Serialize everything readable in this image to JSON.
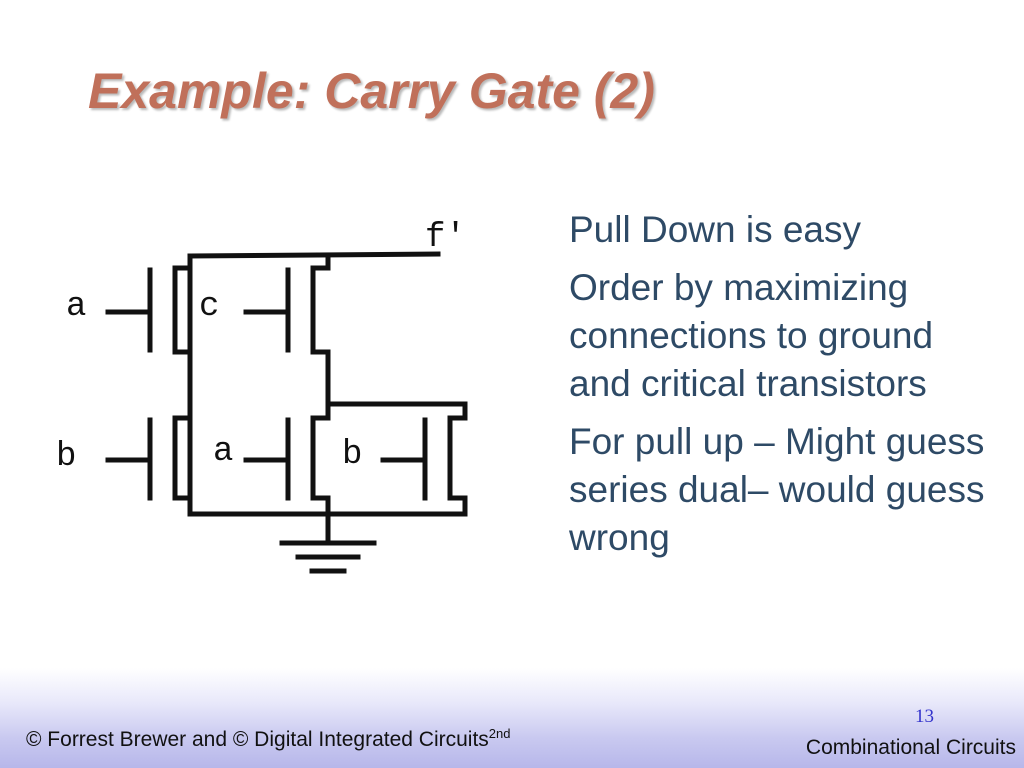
{
  "slide": {
    "title": "Example: Carry Gate (2)",
    "page_number": "13"
  },
  "diagram": {
    "output_label": "f'",
    "gate_labels": {
      "top_left": "a",
      "top_middle": "c",
      "bottom_left": "b",
      "bottom_middle": "a",
      "bottom_right": "b"
    }
  },
  "bullets": [
    {
      "marker": "",
      "text": "Pull Down is easy"
    },
    {
      "marker": "",
      "text": "Order by maximizing connections to ground and critical transistors"
    },
    {
      "marker": "",
      "text": "For pull up – Might guess series dual– would guess wrong"
    }
  ],
  "footer": {
    "left_text": "© Forrest Brewer and © Digital Integrated Circuits",
    "left_superscript": "2nd",
    "right_text": "Combinational Circuits"
  }
}
